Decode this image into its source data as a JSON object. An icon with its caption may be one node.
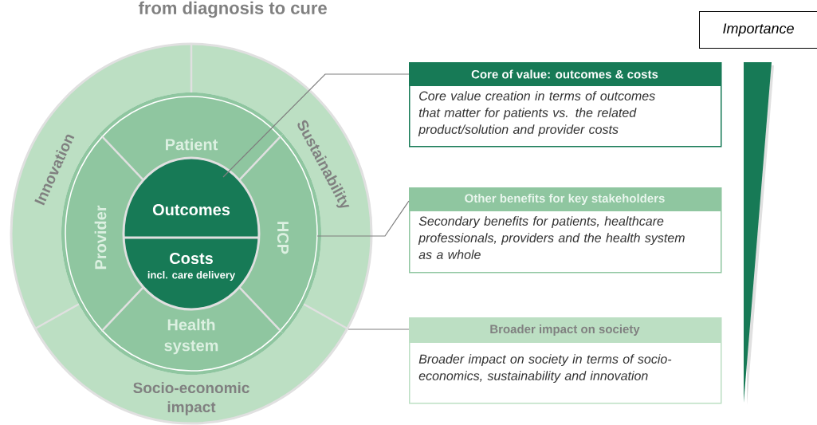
{
  "diagram": {
    "title": "from diagnosis to cure",
    "nodes": [
      {
        "text": [
          "Innovation"
        ]
      },
      {
        "text": [
          "Sustainability"
        ]
      },
      {
        "text": [
          "Socio-economic impact"
        ]
      },
      {
        "text": [
          "Patient"
        ]
      },
      {
        "text": [
          "Provider"
        ]
      },
      {
        "text": [
          "HCP"
        ]
      },
      {
        "text": [
          "Health system"
        ]
      },
      {
        "text": [
          "Outcomes"
        ]
      },
      {
        "text": [
          "Costs",
          "incl. care delivery"
        ]
      },
      {
        "text": [
          "Core of value: outcomes & costs",
          "Core value creation in terms of outcomes that matter for patients vs. the related product/solution and provider costs"
        ]
      },
      {
        "text": [
          "Other benefits for key stakeholders",
          "Secondary benefits for patients, healthcare professionals, providers and the health system as a whole"
        ]
      },
      {
        "text": [
          "Broader impact on society",
          "Broader impact on society in terms of socio-economics, sustainability and innovation"
        ]
      },
      {
        "text": [
          "Importance"
        ]
      }
    ],
    "edges": [
      {
        "from": 9,
        "to": 7,
        "arrow": "none"
      },
      {
        "from": 10,
        "to": 5,
        "arrow": "none"
      },
      {
        "from": 11,
        "to": 1,
        "arrow": "none"
      }
    ]
  }
}
